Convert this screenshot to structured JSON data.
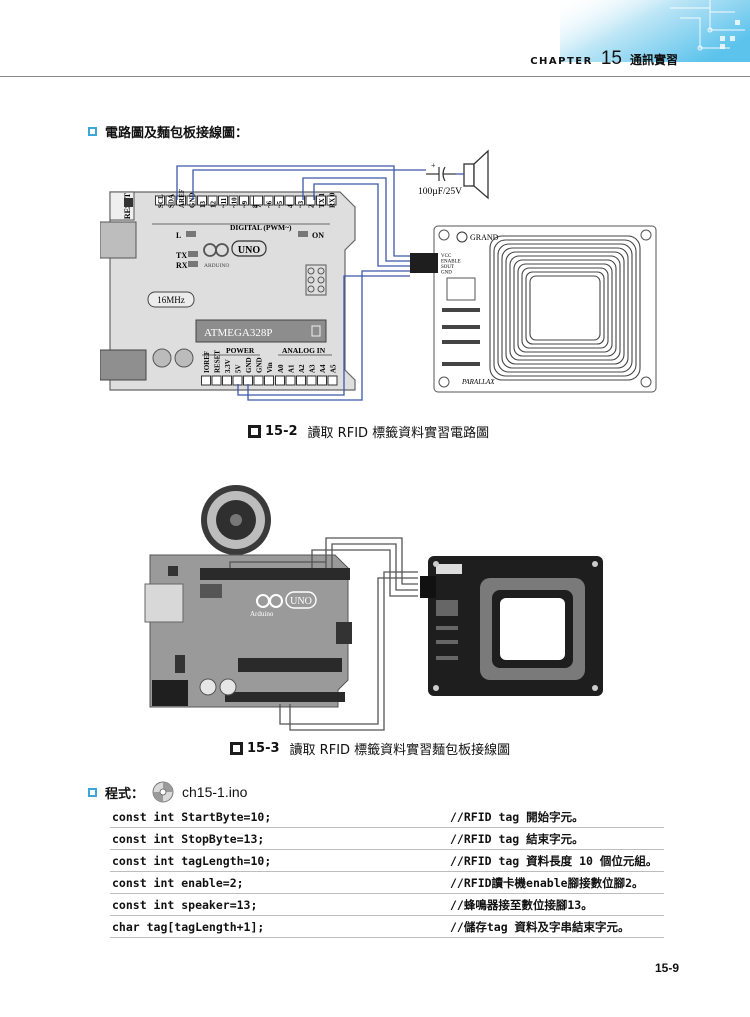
{
  "header": {
    "chapter_word": "CHAPTER",
    "chapter_number": "15",
    "chapter_title": "通訊實習"
  },
  "sections": {
    "circuit_heading": "電路圖及麵包板接線圖：",
    "program_heading": "程式：",
    "program_file": "ch15-1.ino"
  },
  "schematic": {
    "reset_label": "RESET",
    "top_pin_labels": [
      "SCL",
      "SDA",
      "AREF",
      "GND",
      "13",
      "12",
      "~11",
      "~10",
      "~9",
      "8",
      "7",
      "~6",
      "~5",
      "4",
      "~3",
      "2",
      "TX 1",
      "RX 0"
    ],
    "digital_label": "DIGITAL (PWM~)",
    "l_label": "L",
    "on_label": "ON",
    "tx_label": "TX",
    "rx_label": "RX",
    "uno_label": "UNO",
    "arduino_label": "ARDUINO",
    "crystal_label": "16MHz",
    "chip_label": "ATMEGA328P",
    "power_label": "POWER",
    "analog_label": "ANALOG IN",
    "power_pins": [
      "IOREF",
      "RESET",
      "3.3V",
      "5V",
      "GND",
      "GND",
      "Vin"
    ],
    "analog_pins": [
      "A0",
      "A1",
      "A2",
      "A3",
      "A4",
      "A5"
    ],
    "capacitor_label": "100µF/25V",
    "rfid_pins": [
      "VCC",
      "ENABLE",
      "SOUT",
      "GND"
    ],
    "grand_label": "GRAND",
    "parallax_label": "PARALLAX"
  },
  "breadboard": {
    "uno_label": "UNO",
    "arduino_label": "Arduino"
  },
  "figures": [
    {
      "number": "15-2",
      "title": "讀取 RFID 標籤資料實習電路圖"
    },
    {
      "number": "15-3",
      "title": "讀取 RFID 標籤資料實習麵包板接線圖"
    }
  ],
  "code": [
    {
      "code": "const int StartByte=10;",
      "comment": "//RFID tag 開始字元。"
    },
    {
      "code": "const int StopByte=13;",
      "comment": "//RFID tag 結束字元。"
    },
    {
      "code": "const int tagLength=10;",
      "comment": "//RFID tag 資料長度 10 個位元組。"
    },
    {
      "code": "const int enable=2;",
      "comment": "//RFID讀卡機enable腳接數位腳2。"
    },
    {
      "code": "const int speaker=13;",
      "comment": "//蜂鳴器接至數位接腳13。"
    },
    {
      "code": "char tag[tagLength+1];",
      "comment": "//儲存tag 資料及字串結束字元。"
    }
  ],
  "page_number": "15-9"
}
